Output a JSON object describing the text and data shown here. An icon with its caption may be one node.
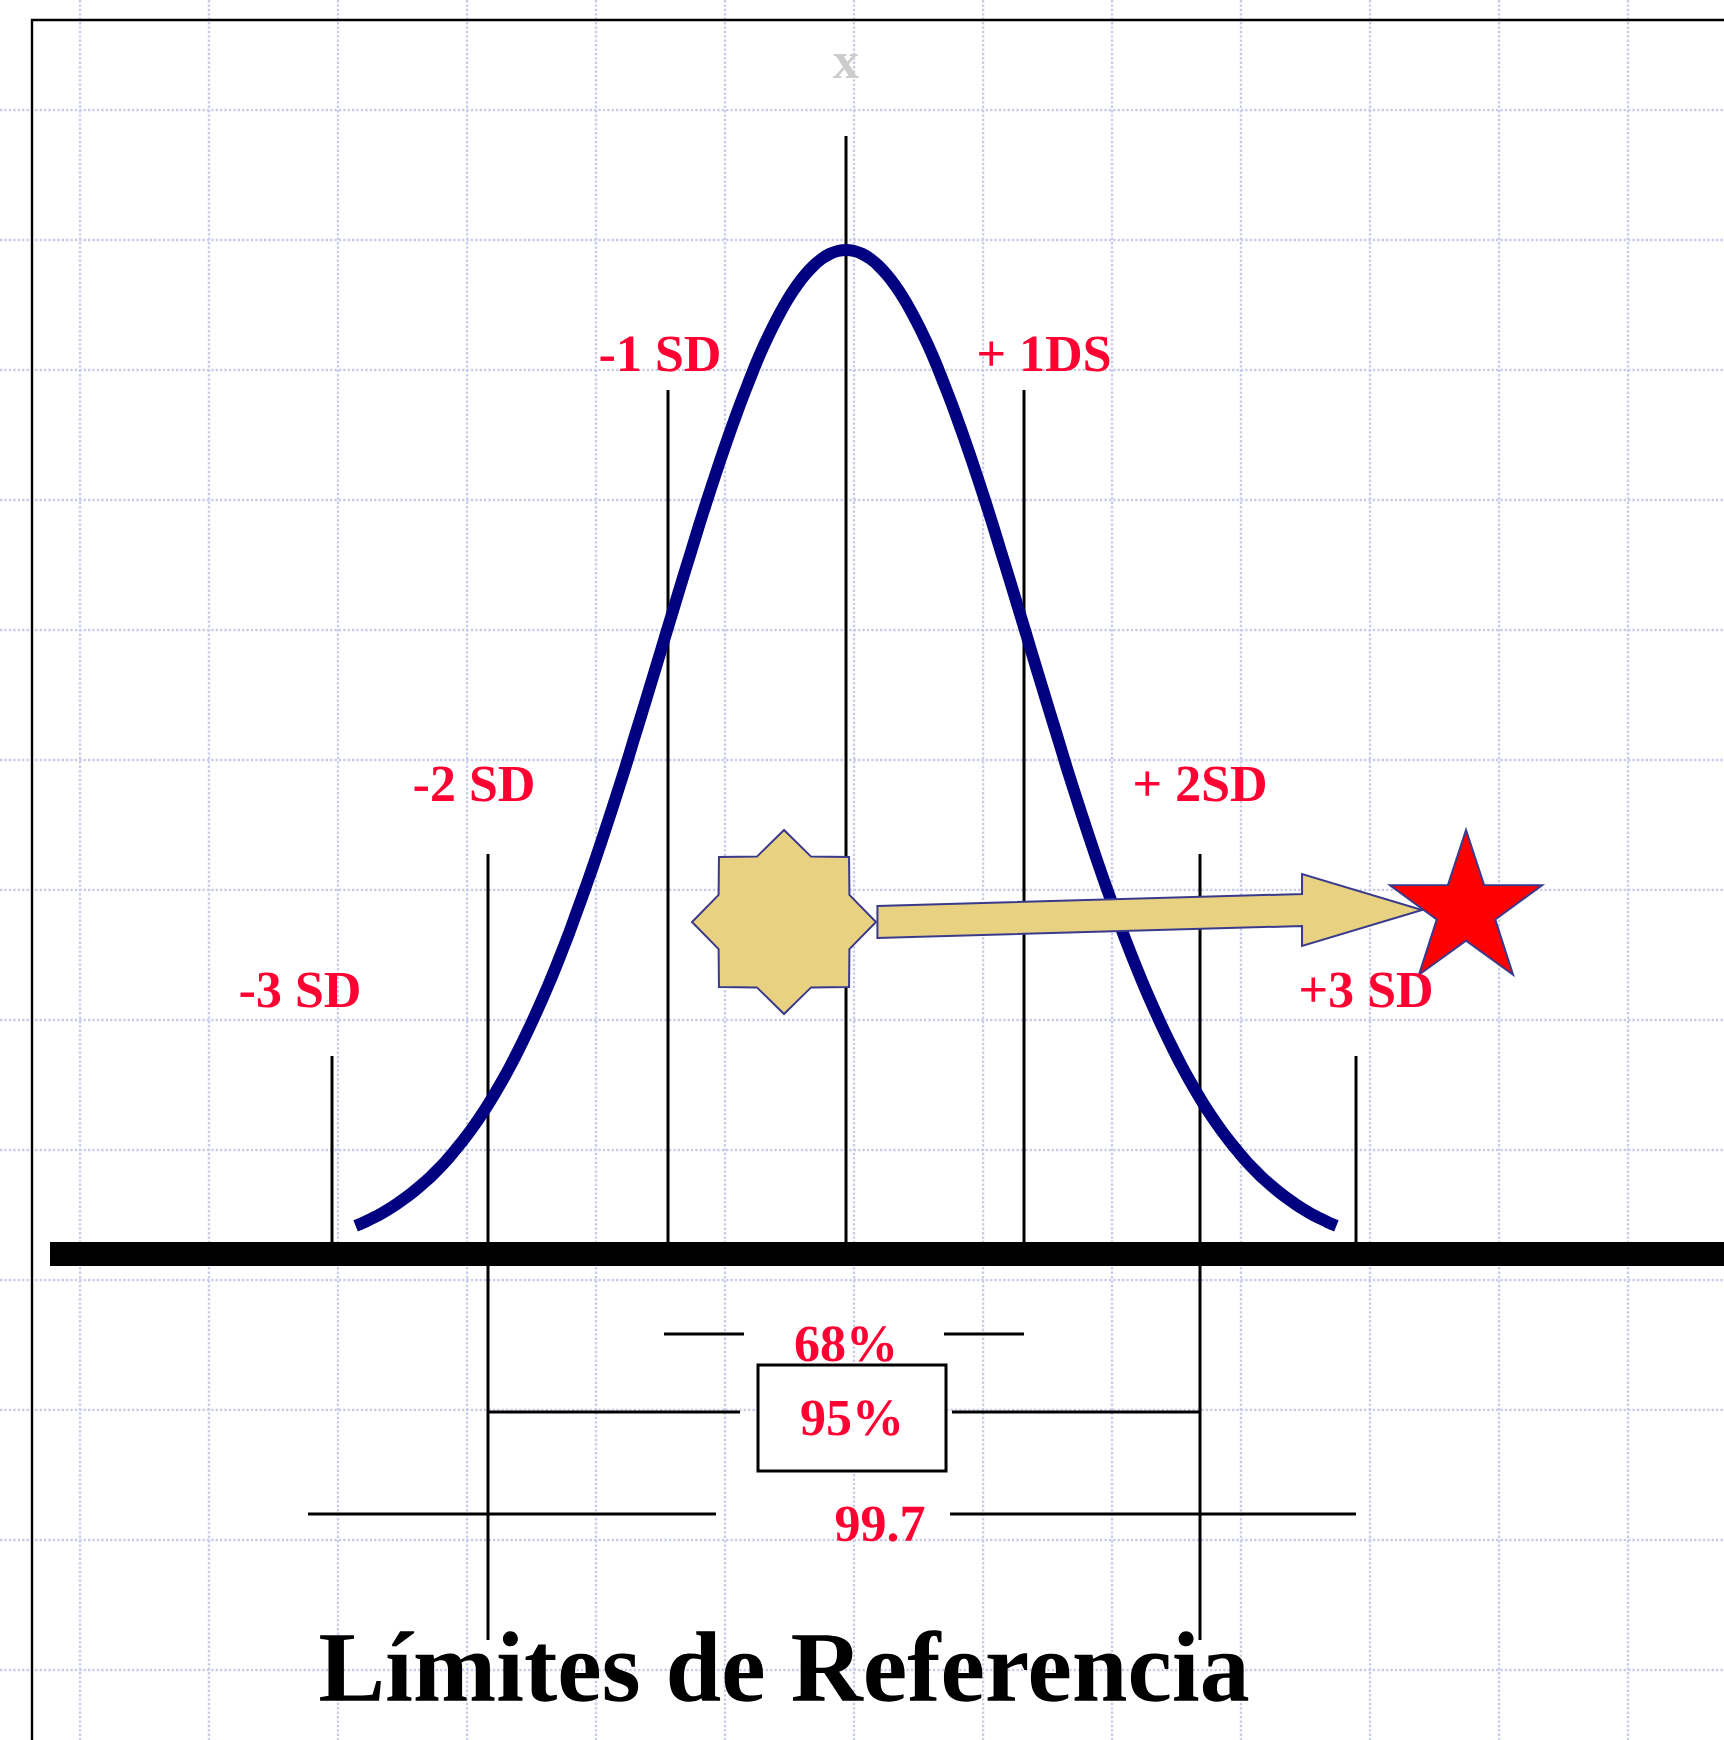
{
  "diagram": {
    "title": "Límites de Referencia",
    "nodes": [
      {
        "text": [
          "95%"
        ]
      },
      {
        "text": [],
        "shape": "star"
      },
      {
        "text": [],
        "shape": "star"
      }
    ],
    "edges": [
      {
        "from": 1,
        "to": 2,
        "arrow": "to"
      }
    ],
    "labels": [
      "x",
      "-1 SD",
      "+ 1DS",
      "-2 SD",
      "+ 2SD",
      "-3 SD",
      "+3 SD",
      "68%",
      "99.7"
    ]
  }
}
